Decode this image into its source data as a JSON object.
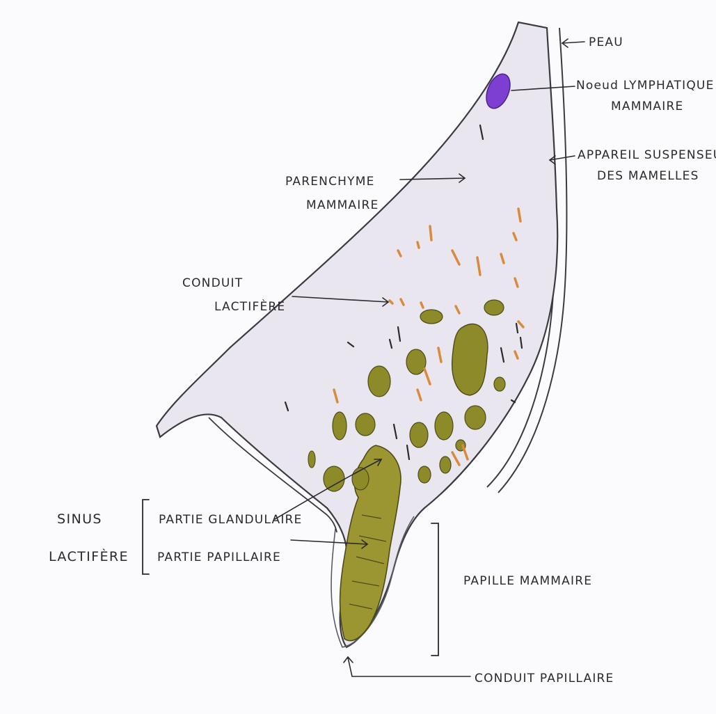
{
  "labels": {
    "peau": "PEAU",
    "noeud_line1": "Noeud LYMPHATIQUE",
    "noeud_line2": "MAMMAIRE",
    "appareil_line1": "APPAREIL SUSPENSEUR",
    "appareil_line2": "DES MAMELLES",
    "parenchyme_line1": "PARENCHYME",
    "parenchyme_line2": "MAMMAIRE",
    "conduit_lactifere_line1": "CONDUIT",
    "conduit_lactifere_line2": "LACTIFÈRE",
    "sinus_line1": "SINUS",
    "sinus_line2": "LACTIFÈRE",
    "partie_glandulaire": "PARTIE GLANDULAIRE",
    "partie_papillaire": "PARTIE PAPILLAIRE",
    "papille_mammaire": "PAPILLE MAMMAIRE",
    "conduit_papillaire": "CONDUIT PAPILLAIRE"
  },
  "colors": {
    "tissue": "#e9e6ef",
    "outline": "#3a3a40",
    "alveoli": "#8d8a2a",
    "alveoli_dark": "#4d4a18",
    "ducts": "#d98a3c",
    "lymph_node": "#7c3fd1",
    "sinus": "#9c9632"
  }
}
